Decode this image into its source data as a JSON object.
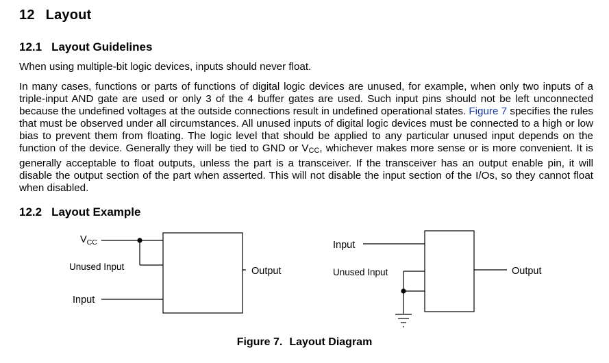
{
  "section": {
    "number": "12",
    "title": "Layout"
  },
  "subsection_guidelines": {
    "number": "12.1",
    "title": "Layout Guidelines"
  },
  "intro_text": "When using multiple-bit logic devices, inputs should never float.",
  "body": {
    "before_link": "In many cases, functions or parts of functions of digital logic devices are unused, for example, when only two inputs of a triple-input AND gate are used or only 3 of the 4 buffer gates are used. Such input pins should not be left unconnected because the undefined voltages at the outside connections result in undefined operational states. ",
    "link_text": "Figure 7",
    "after_link": " specifies the rules that must be observed under all circumstances. All unused inputs of digital logic devices must be connected to a high or low bias to prevent them from floating. The logic level that should be applied to any particular unused input depends on the function of the device. Generally they will be tied to GND or V",
    "vcc_subscript": "CC",
    "after_subscript": ", whichever makes more sense or is more convenient. It is generally acceptable to float outputs, unless the part is a transceiver. If the transceiver has an output enable pin, it will disable the output section of the part when asserted. This will not disable the input section of the I/Os, so they cannot float when disabled."
  },
  "subsection_example": {
    "number": "12.2",
    "title": "Layout Example"
  },
  "diagram": {
    "left": {
      "vcc_main": "V",
      "vcc_sub": "CC",
      "unused_input": "Unused Input",
      "input": "Input",
      "output": "Output"
    },
    "right": {
      "input": "Input",
      "unused_input": "Unused Input",
      "output": "Output"
    }
  },
  "caption": {
    "label": "Figure 7.",
    "title": "Layout Diagram"
  }
}
